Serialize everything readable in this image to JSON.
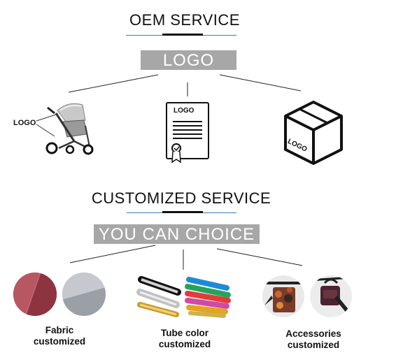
{
  "oem": {
    "title": "OEM SERVICE",
    "banner": "LOGO",
    "stroller_logo": "LOGO",
    "certificate_logo": "LOGO",
    "box_logo": "LOGO"
  },
  "custom": {
    "title": "CUSTOMIZED SERVICE",
    "banner": "YOU CAN CHOICE",
    "items": [
      {
        "line1": "Fabric",
        "line2": "customized"
      },
      {
        "line1": "Tube color",
        "line2": "customized"
      },
      {
        "line1": "Accessories",
        "line2": "customized"
      }
    ]
  },
  "colors": {
    "accent_blue": "#3a79c8",
    "banner_gray": "#a7a7a7"
  }
}
